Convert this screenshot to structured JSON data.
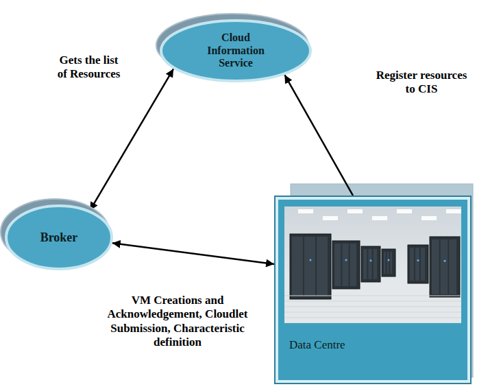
{
  "diagram": {
    "nodes": [
      {
        "text": [
          "Cloud Information Service"
        ]
      },
      {
        "text": [
          "Broker"
        ]
      },
      {
        "text": [
          "Data Centre"
        ]
      }
    ],
    "edges": [
      {
        "from": 1,
        "to": 0,
        "arrow": "both",
        "label": "Gets the list of Resources"
      },
      {
        "from": 2,
        "to": 0,
        "arrow": "to",
        "label": "Register resources to CIS"
      },
      {
        "from": 1,
        "to": 2,
        "arrow": "both",
        "label": "VM Creations and Acknowledgement, Cloudlet Submission, Characteristic definition"
      }
    ]
  }
}
